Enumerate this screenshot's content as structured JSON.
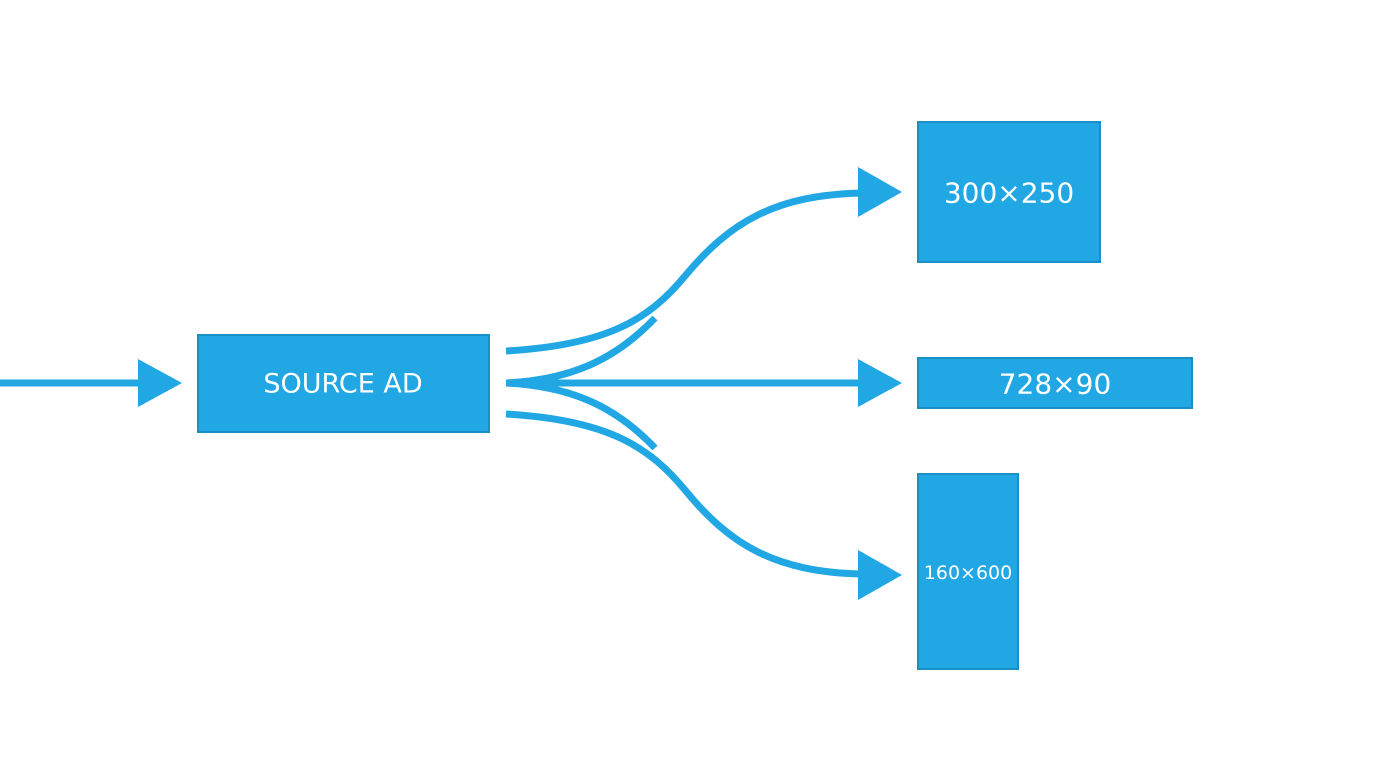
{
  "colors": {
    "accent": "#21a8e4",
    "accent_border": "#1a8fc4",
    "label_text": "#ffffff",
    "background": "#ffffff"
  },
  "source": {
    "label": "SOURCE AD"
  },
  "outputs": [
    {
      "label": "300×250"
    },
    {
      "label": "728×90"
    },
    {
      "label": "160×600"
    }
  ]
}
